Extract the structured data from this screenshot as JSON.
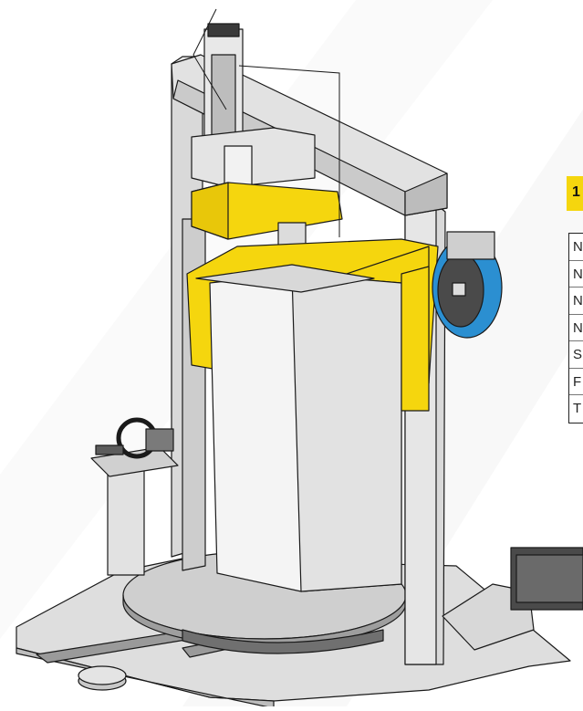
{
  "colors": {
    "accent_yellow": "#f5d60e",
    "frame_grey": "#d9d9d9",
    "motor_blue": "#2b8fd1",
    "outline": "#1a1a1a"
  },
  "badge": {
    "label": "1"
  },
  "spec_table": {
    "rows": [
      {
        "label": "N"
      },
      {
        "label": "N"
      },
      {
        "label": "N"
      },
      {
        "label": "N"
      },
      {
        "label": "S"
      },
      {
        "label": "F"
      },
      {
        "label": "T"
      }
    ]
  }
}
